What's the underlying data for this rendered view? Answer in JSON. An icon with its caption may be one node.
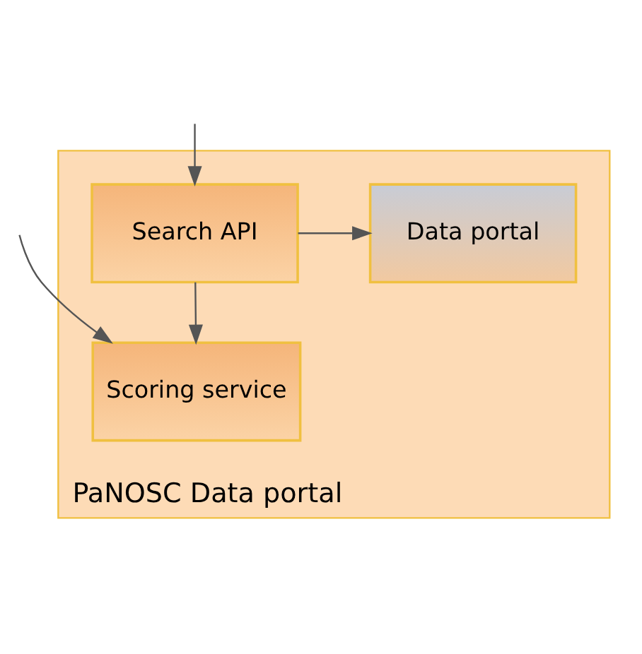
{
  "diagram": {
    "nodes": [
      {
        "text": [
          "PaNOSC Data portal"
        ]
      },
      {
        "text": [
          "Data portal"
        ],
        "in": 0
      },
      {
        "text": [
          "Search API"
        ],
        "in": 0
      },
      {
        "text": [
          "Scoring service"
        ],
        "in": 0
      }
    ],
    "edges": [
      {
        "from": 2,
        "to": 1,
        "arrow": "to"
      },
      {
        "from": null,
        "to": 2,
        "arrow": "to"
      },
      {
        "from": 2,
        "to": 3,
        "arrow": "to"
      },
      {
        "from": null,
        "to": 3,
        "arrow": "to"
      }
    ]
  }
}
